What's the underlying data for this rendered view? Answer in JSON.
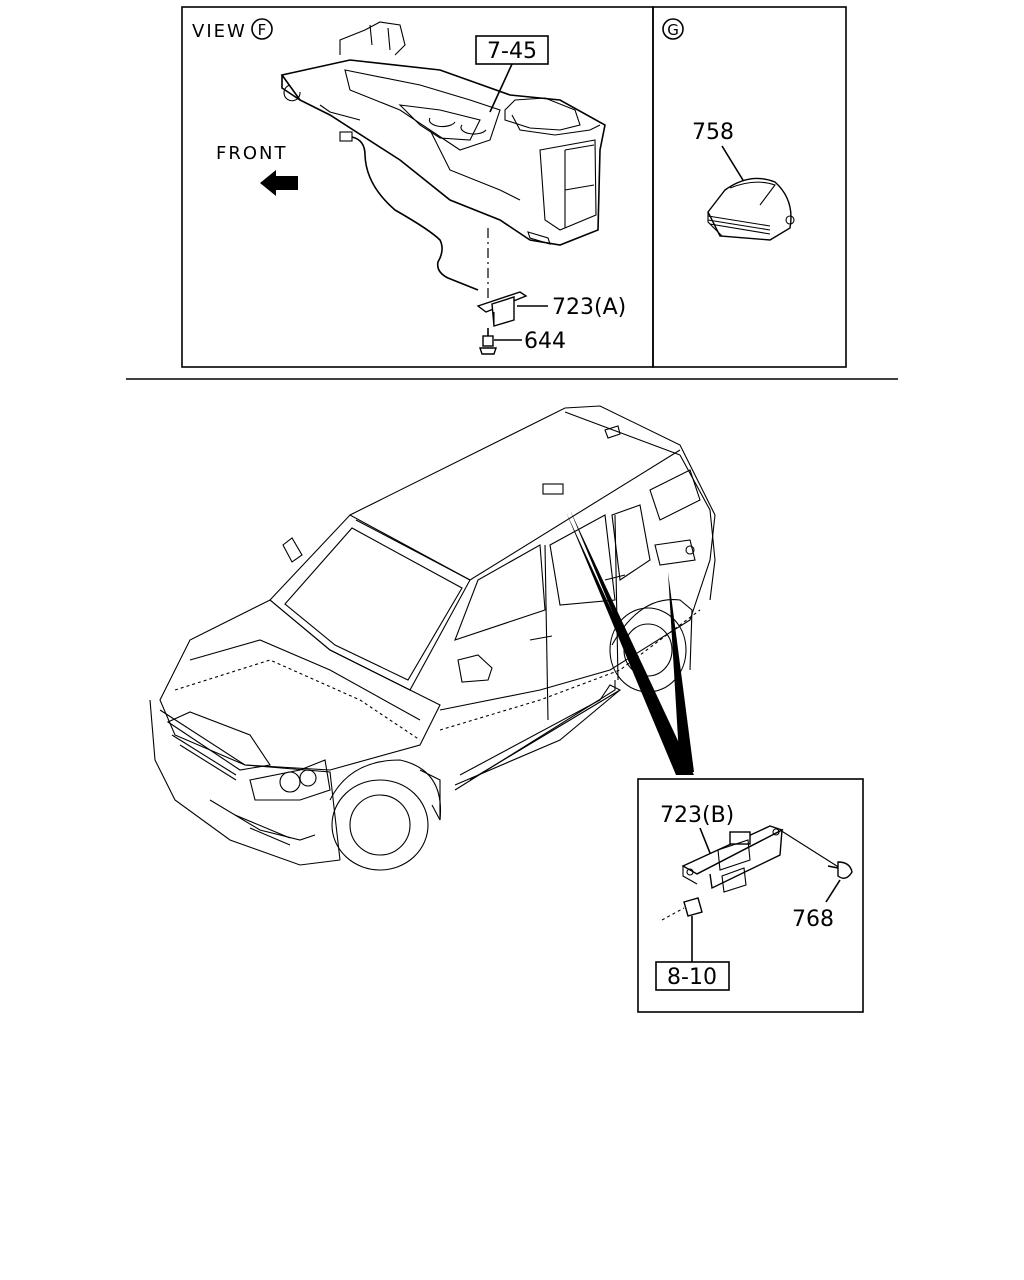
{
  "view_panel": {
    "view_label": "VIEW",
    "view_letter": "F",
    "front_label": "FRONT",
    "ref_console": "7-45",
    "part_bracket_a": "723(A)",
    "part_screw": "644"
  },
  "detail_g": {
    "letter": "G",
    "part_knob": "758"
  },
  "detail_b": {
    "part_bracket_b": "723(B)",
    "part_screw": "768",
    "ref_connector": "8-10"
  },
  "icons": [
    "front-arrow-icon"
  ],
  "colors": {
    "line": "#000000",
    "background": "#ffffff"
  }
}
